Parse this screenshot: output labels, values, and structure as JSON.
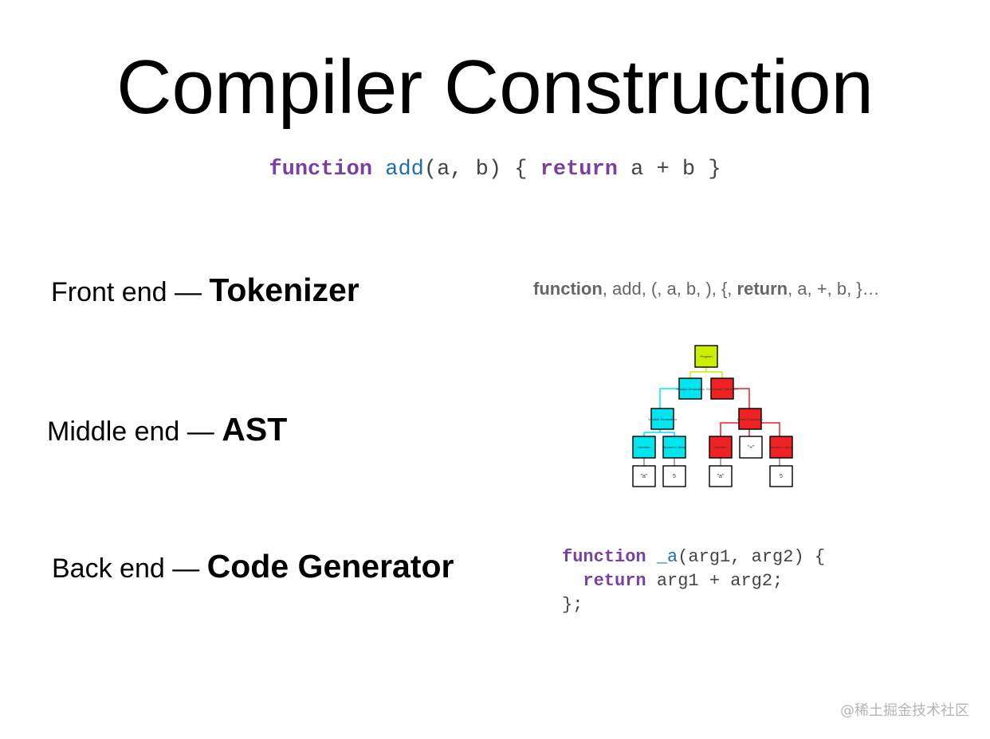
{
  "title": "Compiler Construction",
  "source_code": {
    "kw1": "function",
    "name": "add",
    "params": "(a, b) { ",
    "kw2": "return",
    "body": " a + b }"
  },
  "stages": [
    {
      "prefix": "Front end — ",
      "name": "Tokenizer"
    },
    {
      "prefix": "Middle end — ",
      "name": "AST"
    },
    {
      "prefix": "Back end — ",
      "name": "Code Generator"
    }
  ],
  "tokens": {
    "t1": "function",
    "t2": ", add, (, a, b, ), {, ",
    "t3": "return",
    "t4": ", a, +, b, }…"
  },
  "ast_nodes": {
    "program": "Program",
    "var_decl_1": "Variable Declaration",
    "expr_stmt": "Expression Statement",
    "var_decl_2": "Variable Declaration",
    "binary_expr": "Binary Expression",
    "identifier_1": "Identifier",
    "numeric_literal_1": "Numeric Literal",
    "identifier_2": "Identifier",
    "plus": "\"+\"",
    "numeric_literal_2": "Numeric Literal",
    "leaf_a_1": "\"a\"",
    "leaf_5_1": "5",
    "leaf_a_2": "\"a\"",
    "leaf_5_2": "5"
  },
  "generated_code": {
    "kw1": "function",
    "name": "_a",
    "line1_rest": "(arg1, arg2) {",
    "indent": "  ",
    "kw2": "return",
    "line2_rest": " arg1 + arg2;",
    "line3": "};"
  },
  "watermark": "@稀土掘金技术社区",
  "colors": {
    "keyword": "#7a3fa3",
    "function_name": "#1d6fb3",
    "ast_program": "#ccee00",
    "ast_cyan": "#00e5ee",
    "ast_red": "#ee2222"
  }
}
